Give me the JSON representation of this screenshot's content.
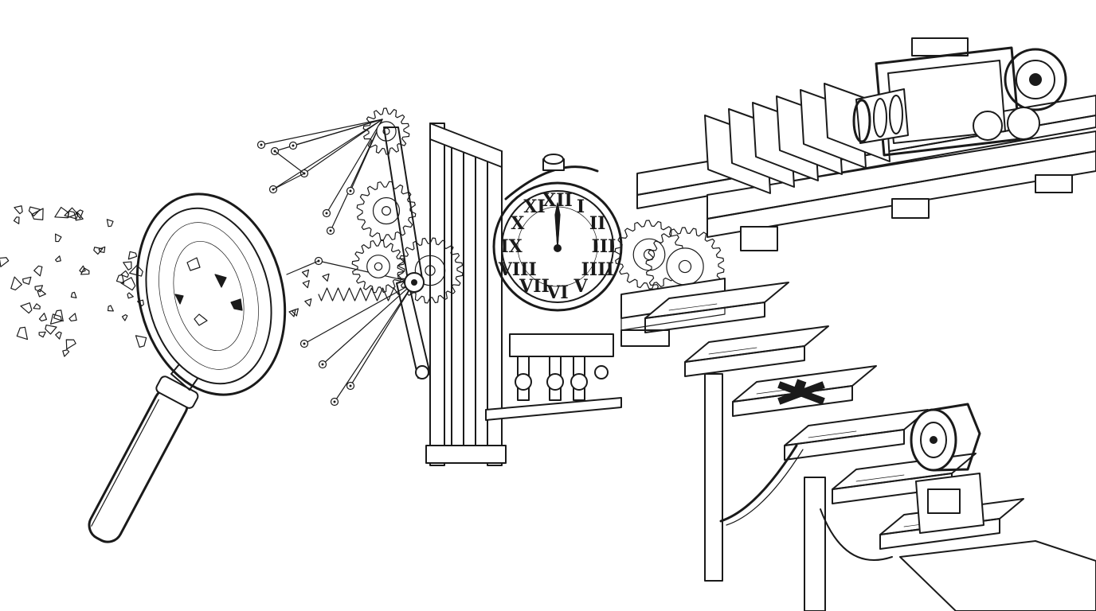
{
  "scene": {
    "ink_color": "#1a1a1a",
    "paper_color": "#ffffff"
  },
  "clock": {
    "numerals": [
      "XII",
      "I",
      "II",
      "III",
      "IIII",
      "V",
      "VI",
      "VII",
      "VIII",
      "IX",
      "X",
      "XI"
    ]
  }
}
